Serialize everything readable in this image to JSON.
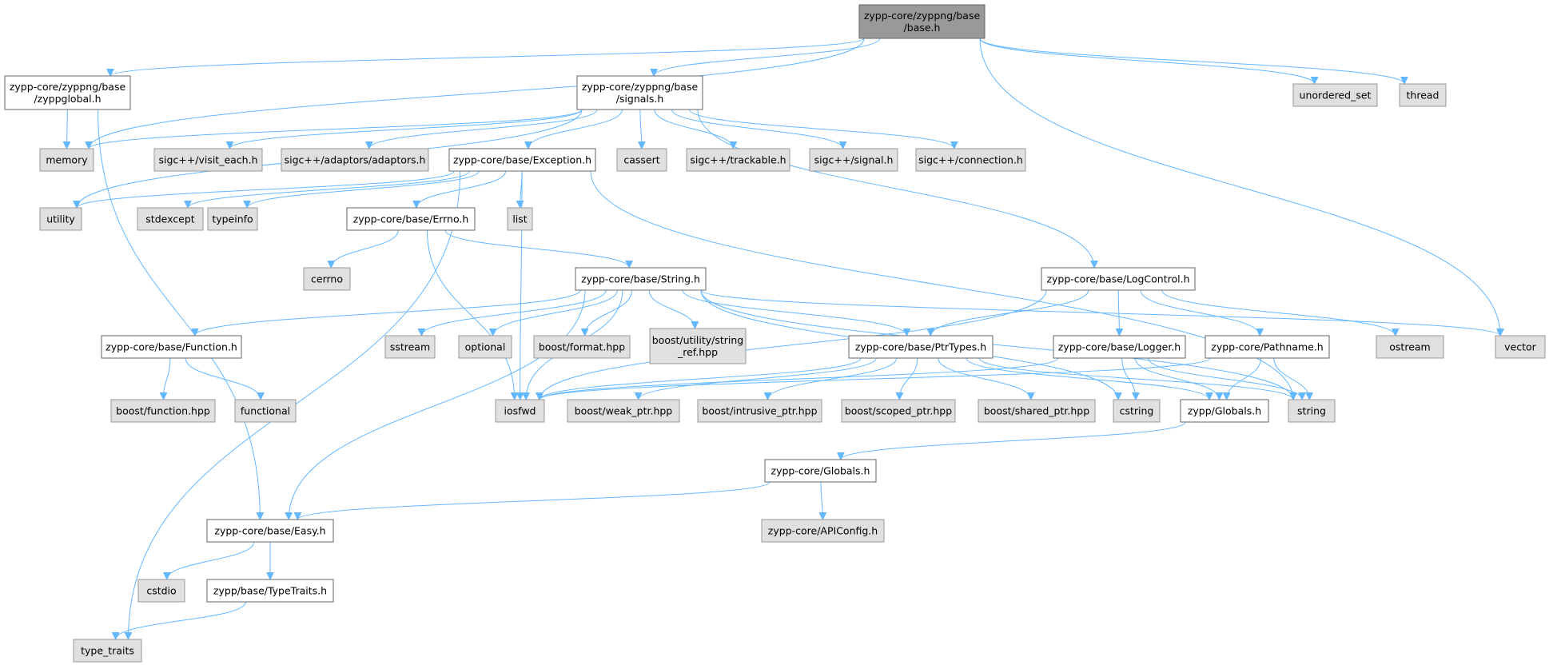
{
  "graph": {
    "colors": {
      "edge": "#63b8ff",
      "root_fill": "#999999",
      "local_fill": "#ffffff",
      "system_fill": "#e0e0e0",
      "border": "#666666"
    },
    "nodes": [
      {
        "id": "base_h",
        "lines": [
          "zypp-core/zyppng/base",
          "/base.h"
        ],
        "kind": "root"
      },
      {
        "id": "zyppglobal_h",
        "lines": [
          "zypp-core/zyppng/base",
          "/zyppglobal.h"
        ],
        "kind": "local"
      },
      {
        "id": "signals_h",
        "lines": [
          "zypp-core/zyppng/base",
          "/signals.h"
        ],
        "kind": "local"
      },
      {
        "id": "unordered_set",
        "lines": [
          "unordered_set"
        ],
        "kind": "system"
      },
      {
        "id": "thread",
        "lines": [
          "thread"
        ],
        "kind": "system"
      },
      {
        "id": "memory",
        "lines": [
          "memory"
        ],
        "kind": "system"
      },
      {
        "id": "visit_each",
        "lines": [
          "sigc++/visit_each.h"
        ],
        "kind": "system"
      },
      {
        "id": "adaptors",
        "lines": [
          "sigc++/adaptors/adaptors.h"
        ],
        "kind": "system"
      },
      {
        "id": "exception_h",
        "lines": [
          "zypp-core/base/Exception.h"
        ],
        "kind": "local"
      },
      {
        "id": "cassert",
        "lines": [
          "cassert"
        ],
        "kind": "system"
      },
      {
        "id": "trackable",
        "lines": [
          "sigc++/trackable.h"
        ],
        "kind": "system"
      },
      {
        "id": "signal_h",
        "lines": [
          "sigc++/signal.h"
        ],
        "kind": "system"
      },
      {
        "id": "connection_h",
        "lines": [
          "sigc++/connection.h"
        ],
        "kind": "system"
      },
      {
        "id": "utility",
        "lines": [
          "utility"
        ],
        "kind": "system"
      },
      {
        "id": "stdexcept",
        "lines": [
          "stdexcept"
        ],
        "kind": "system"
      },
      {
        "id": "typeinfo",
        "lines": [
          "typeinfo"
        ],
        "kind": "system"
      },
      {
        "id": "errno_h",
        "lines": [
          "zypp-core/base/Errno.h"
        ],
        "kind": "local"
      },
      {
        "id": "list",
        "lines": [
          "list"
        ],
        "kind": "system"
      },
      {
        "id": "cerrno",
        "lines": [
          "cerrno"
        ],
        "kind": "system"
      },
      {
        "id": "string_h",
        "lines": [
          "zypp-core/base/String.h"
        ],
        "kind": "local"
      },
      {
        "id": "logcontrol_h",
        "lines": [
          "zypp-core/base/LogControl.h"
        ],
        "kind": "local"
      },
      {
        "id": "function_h",
        "lines": [
          "zypp-core/base/Function.h"
        ],
        "kind": "local"
      },
      {
        "id": "sstream",
        "lines": [
          "sstream"
        ],
        "kind": "system"
      },
      {
        "id": "optional",
        "lines": [
          "optional"
        ],
        "kind": "system"
      },
      {
        "id": "boost_format",
        "lines": [
          "boost/format.hpp"
        ],
        "kind": "system"
      },
      {
        "id": "boost_string_ref",
        "lines": [
          "boost/utility/string",
          "_ref.hpp"
        ],
        "kind": "system"
      },
      {
        "id": "ptrtypes_h",
        "lines": [
          "zypp-core/base/PtrTypes.h"
        ],
        "kind": "local"
      },
      {
        "id": "logger_h",
        "lines": [
          "zypp-core/base/Logger.h"
        ],
        "kind": "local"
      },
      {
        "id": "pathname_h",
        "lines": [
          "zypp-core/Pathname.h"
        ],
        "kind": "local"
      },
      {
        "id": "ostream",
        "lines": [
          "ostream"
        ],
        "kind": "system"
      },
      {
        "id": "vector",
        "lines": [
          "vector"
        ],
        "kind": "system"
      },
      {
        "id": "boost_function",
        "lines": [
          "boost/function.hpp"
        ],
        "kind": "system"
      },
      {
        "id": "functional",
        "lines": [
          "functional"
        ],
        "kind": "system"
      },
      {
        "id": "iosfwd",
        "lines": [
          "iosfwd"
        ],
        "kind": "system"
      },
      {
        "id": "boost_weak_ptr",
        "lines": [
          "boost/weak_ptr.hpp"
        ],
        "kind": "system"
      },
      {
        "id": "boost_intrusive_ptr",
        "lines": [
          "boost/intrusive_ptr.hpp"
        ],
        "kind": "system"
      },
      {
        "id": "boost_scoped_ptr",
        "lines": [
          "boost/scoped_ptr.hpp"
        ],
        "kind": "system"
      },
      {
        "id": "boost_shared_ptr",
        "lines": [
          "boost/shared_ptr.hpp"
        ],
        "kind": "system"
      },
      {
        "id": "cstring",
        "lines": [
          "cstring"
        ],
        "kind": "system"
      },
      {
        "id": "zypp_globals_h",
        "lines": [
          "zypp/Globals.h"
        ],
        "kind": "local"
      },
      {
        "id": "string",
        "lines": [
          "string"
        ],
        "kind": "system"
      },
      {
        "id": "core_globals_h",
        "lines": [
          "zypp-core/Globals.h"
        ],
        "kind": "local"
      },
      {
        "id": "easy_h",
        "lines": [
          "zypp-core/base/Easy.h"
        ],
        "kind": "local"
      },
      {
        "id": "apiconfig_h",
        "lines": [
          "zypp-core/APIConfig.h"
        ],
        "kind": "system"
      },
      {
        "id": "cstdio",
        "lines": [
          "cstdio"
        ],
        "kind": "system"
      },
      {
        "id": "typetraits_h",
        "lines": [
          "zypp/base/TypeTraits.h"
        ],
        "kind": "local"
      },
      {
        "id": "type_traits",
        "lines": [
          "type_traits"
        ],
        "kind": "system"
      }
    ],
    "edges": [
      [
        "base_h",
        "zyppglobal_h"
      ],
      [
        "base_h",
        "signals_h"
      ],
      [
        "base_h",
        "memory"
      ],
      [
        "base_h",
        "unordered_set"
      ],
      [
        "base_h",
        "thread"
      ],
      [
        "base_h",
        "vector"
      ],
      [
        "zyppglobal_h",
        "memory"
      ],
      [
        "zyppglobal_h",
        "easy_h"
      ],
      [
        "signals_h",
        "memory"
      ],
      [
        "signals_h",
        "utility"
      ],
      [
        "signals_h",
        "visit_each"
      ],
      [
        "signals_h",
        "adaptors"
      ],
      [
        "signals_h",
        "exception_h"
      ],
      [
        "signals_h",
        "cassert"
      ],
      [
        "signals_h",
        "trackable"
      ],
      [
        "signals_h",
        "signal_h"
      ],
      [
        "signals_h",
        "connection_h"
      ],
      [
        "signals_h",
        "logcontrol_h"
      ],
      [
        "exception_h",
        "utility"
      ],
      [
        "exception_h",
        "stdexcept"
      ],
      [
        "exception_h",
        "typeinfo"
      ],
      [
        "exception_h",
        "type_traits"
      ],
      [
        "exception_h",
        "errno_h"
      ],
      [
        "exception_h",
        "list"
      ],
      [
        "exception_h",
        "iosfwd"
      ],
      [
        "exception_h",
        "string"
      ],
      [
        "errno_h",
        "cerrno"
      ],
      [
        "errno_h",
        "string_h"
      ],
      [
        "errno_h",
        "iosfwd"
      ],
      [
        "string_h",
        "function_h"
      ],
      [
        "string_h",
        "sstream"
      ],
      [
        "string_h",
        "optional"
      ],
      [
        "string_h",
        "boost_format"
      ],
      [
        "string_h",
        "boost_string_ref"
      ],
      [
        "string_h",
        "ptrtypes_h"
      ],
      [
        "string_h",
        "easy_h"
      ],
      [
        "string_h",
        "iosfwd"
      ],
      [
        "string_h",
        "cstring"
      ],
      [
        "string_h",
        "string"
      ],
      [
        "string_h",
        "vector"
      ],
      [
        "logcontrol_h",
        "ptrtypes_h"
      ],
      [
        "logcontrol_h",
        "logger_h"
      ],
      [
        "logcontrol_h",
        "pathname_h"
      ],
      [
        "logcontrol_h",
        "ostream"
      ],
      [
        "logcontrol_h",
        "iosfwd"
      ],
      [
        "function_h",
        "boost_function"
      ],
      [
        "function_h",
        "functional"
      ],
      [
        "ptrtypes_h",
        "iosfwd"
      ],
      [
        "ptrtypes_h",
        "boost_weak_ptr"
      ],
      [
        "ptrtypes_h",
        "boost_intrusive_ptr"
      ],
      [
        "ptrtypes_h",
        "boost_scoped_ptr"
      ],
      [
        "ptrtypes_h",
        "boost_shared_ptr"
      ],
      [
        "ptrtypes_h",
        "zypp_globals_h"
      ],
      [
        "ptrtypes_h",
        "string"
      ],
      [
        "logger_h",
        "iosfwd"
      ],
      [
        "logger_h",
        "cstring"
      ],
      [
        "logger_h",
        "zypp_globals_h"
      ],
      [
        "logger_h",
        "string"
      ],
      [
        "pathname_h",
        "iosfwd"
      ],
      [
        "pathname_h",
        "zypp_globals_h"
      ],
      [
        "pathname_h",
        "string"
      ],
      [
        "zypp_globals_h",
        "core_globals_h"
      ],
      [
        "core_globals_h",
        "easy_h"
      ],
      [
        "core_globals_h",
        "apiconfig_h"
      ],
      [
        "easy_h",
        "cstdio"
      ],
      [
        "easy_h",
        "typetraits_h"
      ],
      [
        "typetraits_h",
        "type_traits"
      ]
    ]
  }
}
